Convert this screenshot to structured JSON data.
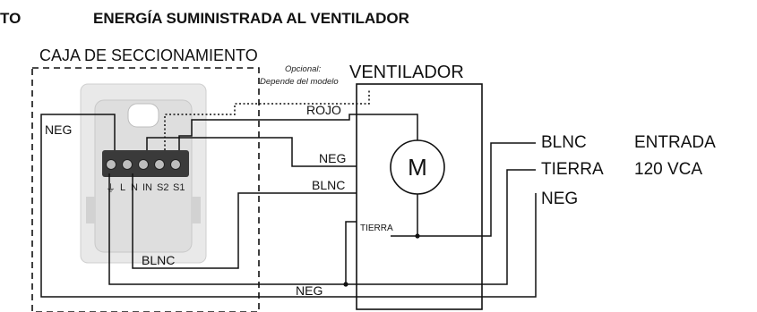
{
  "header": {
    "left_fragment": "TO",
    "title": "ENERGÍA SUMINISTRADA AL VENTILADOR"
  },
  "labels": {
    "box_title": "CAJA DE SECCIONAMIENTO",
    "fan_title": "VENTILADOR",
    "optional_line1": "Opcional:",
    "optional_line2": "Depende del modelo",
    "motor": "M",
    "rojo": "ROJO",
    "neg_left": "NEG",
    "neg_fan": "NEG",
    "blnc_fan": "BLNC",
    "tierra_fan": "TIERRA",
    "blnc_bottom": "BLNC",
    "neg_bottom": "NEG",
    "right_blnc": "BLNC",
    "right_tierra": "TIERRA",
    "right_neg": "NEG",
    "entrada": "ENTRADA",
    "vca": "120 VCA"
  },
  "terminals": {
    "ground_symbol": "⏚",
    "l": "L",
    "n": "N",
    "in": "IN",
    "s2": "S2",
    "s1": "S1"
  }
}
